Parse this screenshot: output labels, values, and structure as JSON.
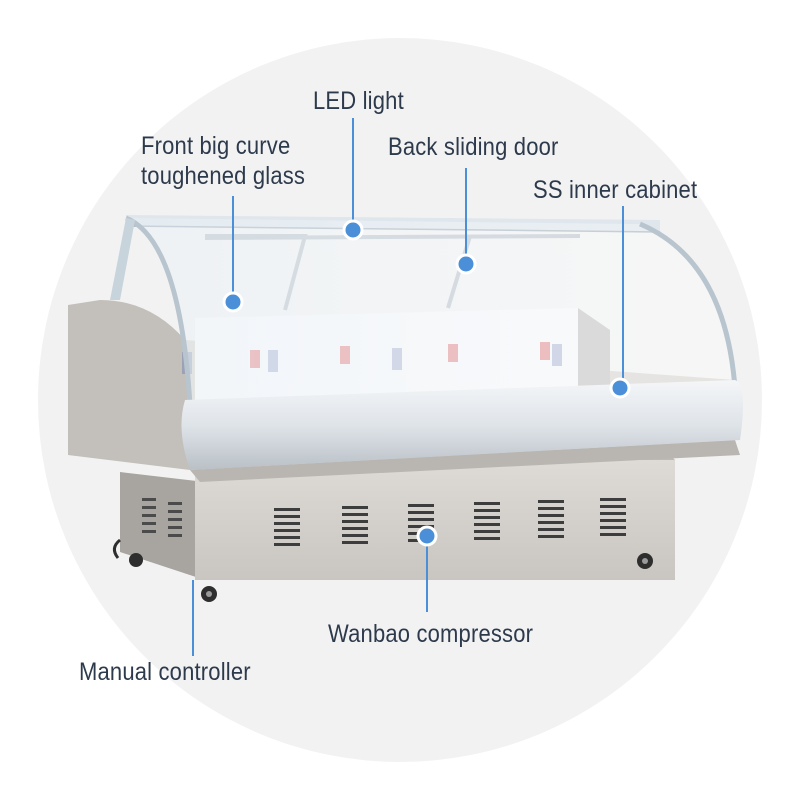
{
  "callouts": {
    "led_light": "LED light",
    "back_sliding_door": "Back sliding door",
    "front_glass_line1": "Front big curve",
    "front_glass_line2": "toughened glass",
    "ss_inner_cabinet": "SS inner cabinet",
    "wanbao_compressor": "Wanbao compressor",
    "manual_controller": "Manual controller"
  },
  "colors": {
    "label_text": "#2d3a4c",
    "callout_line": "#4a8fd8",
    "background_circle": "#f2f2f2",
    "cabinet_body": "#d6d3cf"
  }
}
